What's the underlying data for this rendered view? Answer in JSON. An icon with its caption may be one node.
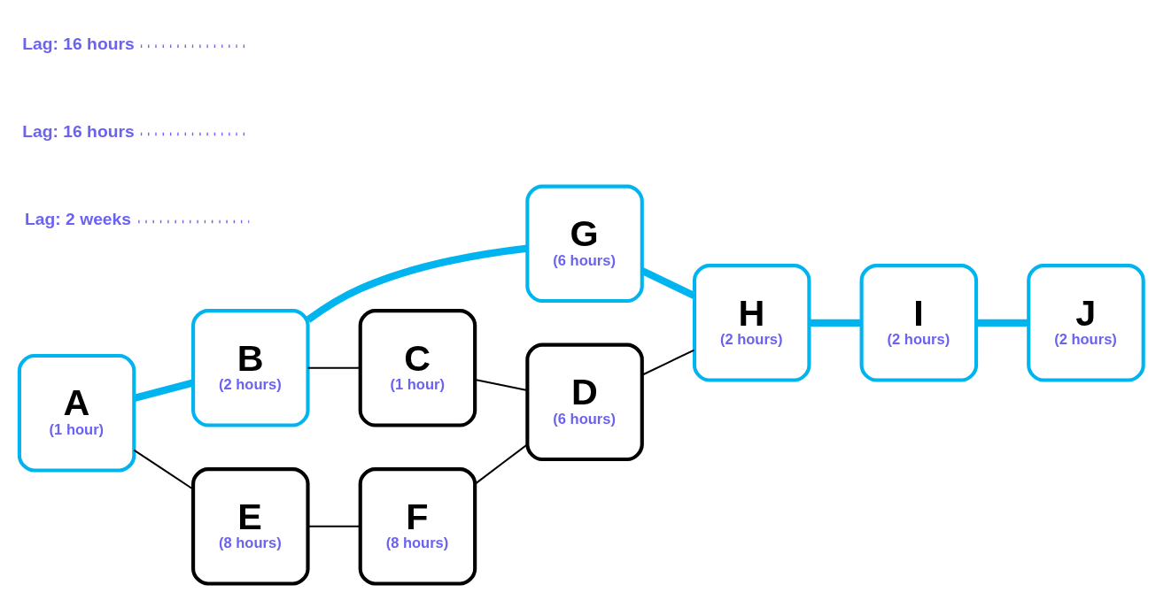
{
  "diagram": {
    "nodes": [
      {
        "text": [
          "A",
          "(1 hour)"
        ]
      },
      {
        "text": [
          "B",
          "(2 hours)"
        ]
      },
      {
        "text": [
          "C",
          "(1 hour)"
        ]
      },
      {
        "text": [
          "D",
          "(6 hours)"
        ]
      },
      {
        "text": [
          "H",
          "(2 hours)"
        ]
      },
      {
        "text": [
          "I",
          "(2 hours)"
        ]
      },
      {
        "text": [
          "J",
          "(2 hours)"
        ]
      },
      {
        "text": [
          "G",
          "(6 hours)"
        ]
      },
      {
        "text": [
          "E",
          "(8 hours)"
        ]
      },
      {
        "text": [
          "F",
          "(8 hours)"
        ]
      },
      {
        "text": [
          "Lag: 2 weeks"
        ]
      },
      {
        "text": [
          "Lag: 16 hours"
        ]
      },
      {
        "text": [
          "Lag: 16 hours"
        ]
      }
    ],
    "edges": [
      {
        "from": 0,
        "to": 1,
        "arrow": "none",
        "style": "thick",
        "color": "#00b4f0"
      },
      {
        "from": 0,
        "to": 8,
        "arrow": "none"
      },
      {
        "from": 1,
        "to": 2,
        "arrow": "none"
      },
      {
        "from": 2,
        "to": 3,
        "arrow": "none"
      },
      {
        "from": 3,
        "to": 4,
        "arrow": "none"
      },
      {
        "from": 8,
        "to": 9,
        "arrow": "none"
      },
      {
        "from": 9,
        "to": 3,
        "arrow": "none"
      },
      {
        "from": 1,
        "to": 7,
        "arrow": "none",
        "style": "thick",
        "color": "#00b4f0"
      },
      {
        "from": 7,
        "to": 4,
        "arrow": "none",
        "style": "thick",
        "color": "#00b4f0"
      },
      {
        "from": 4,
        "to": 5,
        "arrow": "none",
        "style": "thick",
        "color": "#00b4f0"
      },
      {
        "from": 5,
        "to": 6,
        "arrow": "none",
        "style": "thick",
        "color": "#00b4f0"
      },
      {
        "from": 10,
        "to": null,
        "arrow": "none",
        "style": "dashed",
        "color": "#6b63f0"
      },
      {
        "from": 12,
        "to": null,
        "arrow": "none",
        "style": "dashed",
        "color": "#6b63f0"
      },
      {
        "from": 11,
        "to": null,
        "arrow": "none",
        "style": "dashed",
        "color": "#6b63f0"
      }
    ]
  }
}
